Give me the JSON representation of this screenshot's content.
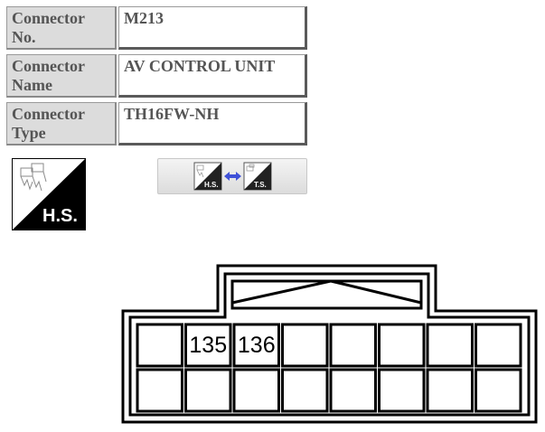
{
  "connector_info": {
    "rows": [
      {
        "label_line1": "Connector",
        "label_line2": "No.",
        "value": "M213"
      },
      {
        "label_line1": "Connector",
        "label_line2": "Name",
        "value": "AV CONTROL UNIT"
      },
      {
        "label_line1": "Connector",
        "label_line2": "Type",
        "value": "TH16FW-NH"
      }
    ]
  },
  "view_icon": {
    "label": "H.S.",
    "icon": "harness-side-icon"
  },
  "view_toggle": {
    "left_label": "H.S.",
    "right_label": "T.S.",
    "icon": "swap-arrows-icon",
    "arrow_color": "#3f51d8"
  },
  "connector_pins": {
    "rows": 2,
    "columns": 8,
    "labeled_pins": [
      {
        "row": 0,
        "col": 1,
        "label": "135"
      },
      {
        "row": 0,
        "col": 2,
        "label": "136"
      }
    ]
  }
}
